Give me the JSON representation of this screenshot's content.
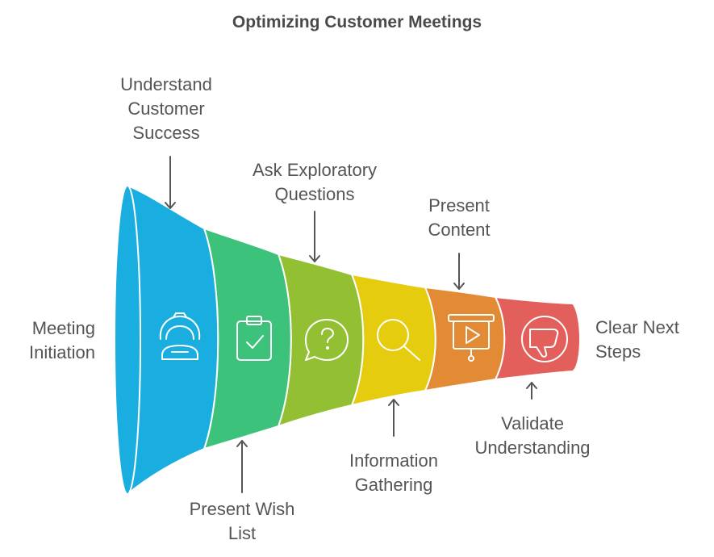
{
  "title": "Optimizing Customer Meetings",
  "left_label": "Meeting\nInitiation",
  "right_label": "Clear Next\nSteps",
  "stages": [
    {
      "label": "Understand\nCustomer\nSuccess",
      "label_position": "top",
      "color": "#1aaee0",
      "icon": "customer-support-icon"
    },
    {
      "label": "Present Wish\nList",
      "label_position": "bottom",
      "color": "#3cc27a",
      "icon": "clipboard-check-icon"
    },
    {
      "label": "Ask Exploratory\nQuestions",
      "label_position": "top",
      "color": "#93c032",
      "icon": "question-bubble-icon"
    },
    {
      "label": "Information\nGathering",
      "label_position": "bottom",
      "color": "#e5cc0f",
      "icon": "magnifier-icon"
    },
    {
      "label": "Present\nContent",
      "label_position": "top",
      "color": "#e38a35",
      "icon": "presentation-board-icon"
    },
    {
      "label": "Validate\nUnderstanding",
      "label_position": "bottom",
      "color": "#e35f5c",
      "icon": "thumbs-down-icon"
    }
  ]
}
